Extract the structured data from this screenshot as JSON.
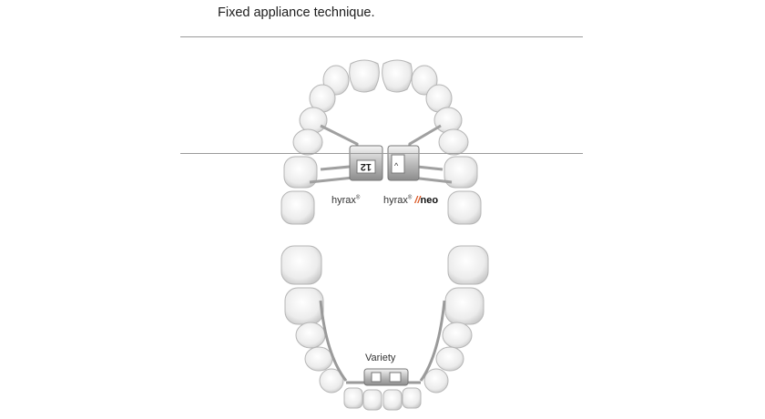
{
  "caption": "Fixed appliance technique.",
  "upper_arch": {
    "left_appliance": {
      "brand": "hyrax",
      "mark": "®"
    },
    "right_appliance": {
      "brand": "hyrax",
      "mark": "®",
      "variant": "neo"
    },
    "screw_number": "12"
  },
  "lower_arch": {
    "appliance": {
      "brand": "Variety"
    }
  }
}
